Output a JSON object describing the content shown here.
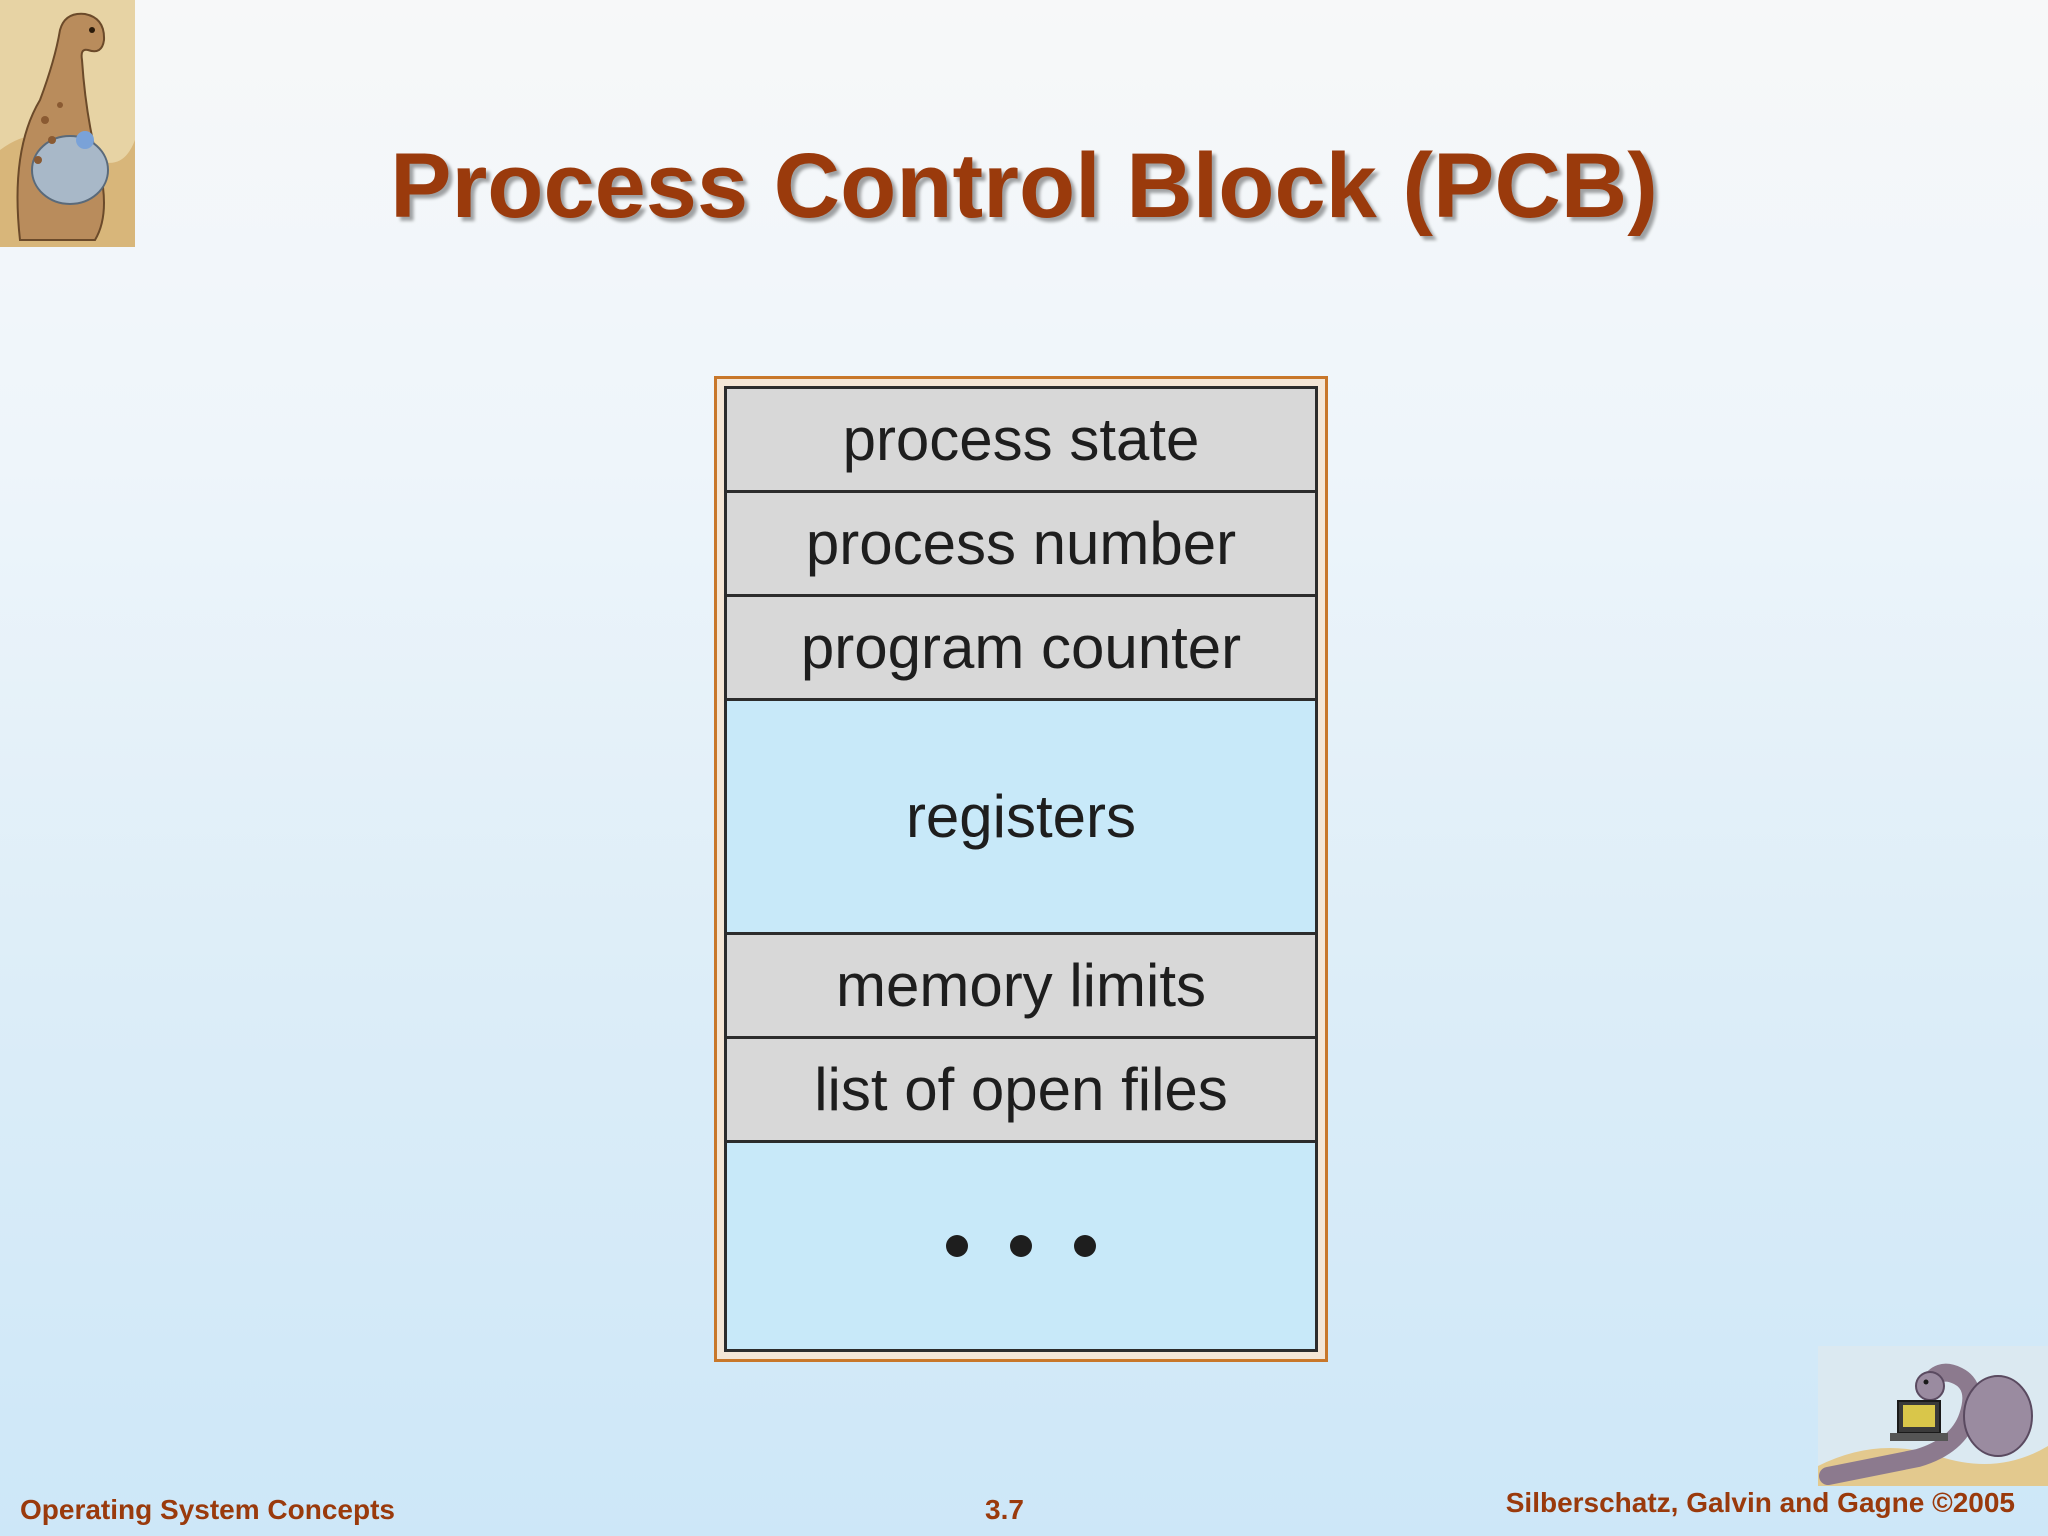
{
  "slide": {
    "title": "Process Control Block (PCB)"
  },
  "pcb": {
    "rows": [
      {
        "label": "process state",
        "kind": "field"
      },
      {
        "label": "process number",
        "kind": "field"
      },
      {
        "label": "program counter",
        "kind": "field"
      },
      {
        "label": "registers",
        "kind": "block"
      },
      {
        "label": "memory limits",
        "kind": "field"
      },
      {
        "label": "list of open files",
        "kind": "field"
      }
    ],
    "more_indicator": "ellipsis-dots"
  },
  "footer": {
    "left": "Operating System Concepts",
    "center": "3.7",
    "right": "Silberschatz, Galvin and Gagne ©2005"
  },
  "decorations": {
    "top_left": "dinosaur-icon",
    "bottom_right": "dinosaur-with-laptop-icon"
  },
  "colors": {
    "title": "#9a3a0c",
    "frame_border": "#c8772a",
    "field_fill": "#d8d8d8",
    "block_fill": "#c8e9f9"
  }
}
